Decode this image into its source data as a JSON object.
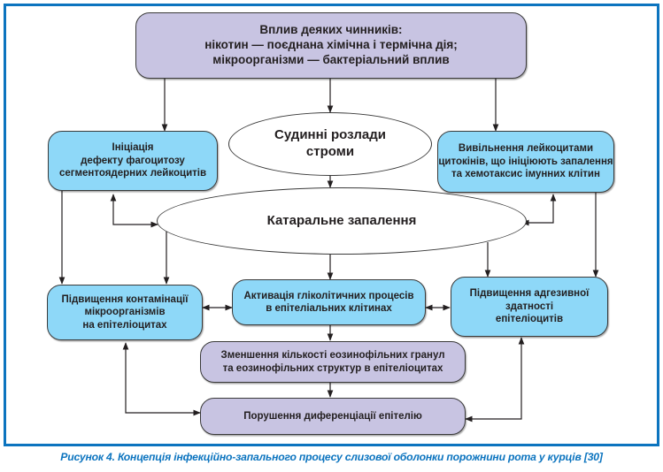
{
  "diagram": {
    "nodes": {
      "factors": {
        "text": "Вплив деяких чинників:\nнікотин — поєднана хімічна і термічна дія;\nмікроорганізми — бактеріальний вплив",
        "shape": "rounded-rect",
        "color": "#c8c4e2"
      },
      "vascular": {
        "text": "Судинні розлади\nстроми",
        "shape": "ellipse"
      },
      "phagocytosis": {
        "text": "Ініціація\nдефекту фагоцитозу\nсегментоядерних лейкоцитів",
        "shape": "rounded-rect",
        "color": "#8ed8f8"
      },
      "cytokines": {
        "text": "Вивільнення лейкоцитами\nцитокінів, що ініціюють запалення\nта хемотаксис імунних клітин",
        "shape": "rounded-rect",
        "color": "#8ed8f8"
      },
      "catarrhal": {
        "text": "Катаральне запалення",
        "shape": "ellipse"
      },
      "contamination": {
        "text": "Підвищення контамінації\nмікроорганізмів\nна епітеліоцитах",
        "shape": "rounded-rect",
        "color": "#8ed8f8"
      },
      "glycolytic": {
        "text": "Активація гліколітичних процесів\nв епітеліальних клітинах",
        "shape": "rounded-rect",
        "color": "#8ed8f8"
      },
      "adhesive": {
        "text": "Підвищення адгезивної\nздатності\nепітеліоцитів",
        "shape": "rounded-rect",
        "color": "#8ed8f8"
      },
      "eosinophil": {
        "text": "Зменшення кількості еозинофільних гранул\nта еозинофільних структур в епітеліоцитах",
        "shape": "rounded-rect",
        "color": "#c8c4e2"
      },
      "differentiation": {
        "text": "Порушення диференціації епітелію",
        "shape": "rounded-rect",
        "color": "#c8c4e2"
      }
    },
    "edges": [
      {
        "from": "factors",
        "to": "phagocytosis"
      },
      {
        "from": "factors",
        "to": "vascular"
      },
      {
        "from": "factors",
        "to": "cytokines"
      },
      {
        "from": "vascular",
        "to": "catarrhal"
      },
      {
        "from": "phagocytosis",
        "to": "catarrhal",
        "bidirectional": true
      },
      {
        "from": "cytokines",
        "to": "catarrhal",
        "bidirectional": true
      },
      {
        "from": "phagocytosis",
        "to": "contamination"
      },
      {
        "from": "catarrhal",
        "to": "contamination"
      },
      {
        "from": "catarrhal",
        "to": "glycolytic"
      },
      {
        "from": "catarrhal",
        "to": "adhesive"
      },
      {
        "from": "cytokines",
        "to": "adhesive"
      },
      {
        "from": "contamination",
        "to": "glycolytic",
        "bidirectional": true
      },
      {
        "from": "glycolytic",
        "to": "adhesive",
        "bidirectional": true
      },
      {
        "from": "glycolytic",
        "to": "eosinophil"
      },
      {
        "from": "eosinophil",
        "to": "differentiation"
      },
      {
        "from": "differentiation",
        "to": "contamination",
        "bidirectional": true
      },
      {
        "from": "differentiation",
        "to": "adhesive",
        "bidirectional": true
      }
    ],
    "frame_color": "#0c74bf"
  },
  "caption": "Рисунок 4. Концепція інфекційно-запального процесу слизової оболонки порожнини рота у курців [30]"
}
